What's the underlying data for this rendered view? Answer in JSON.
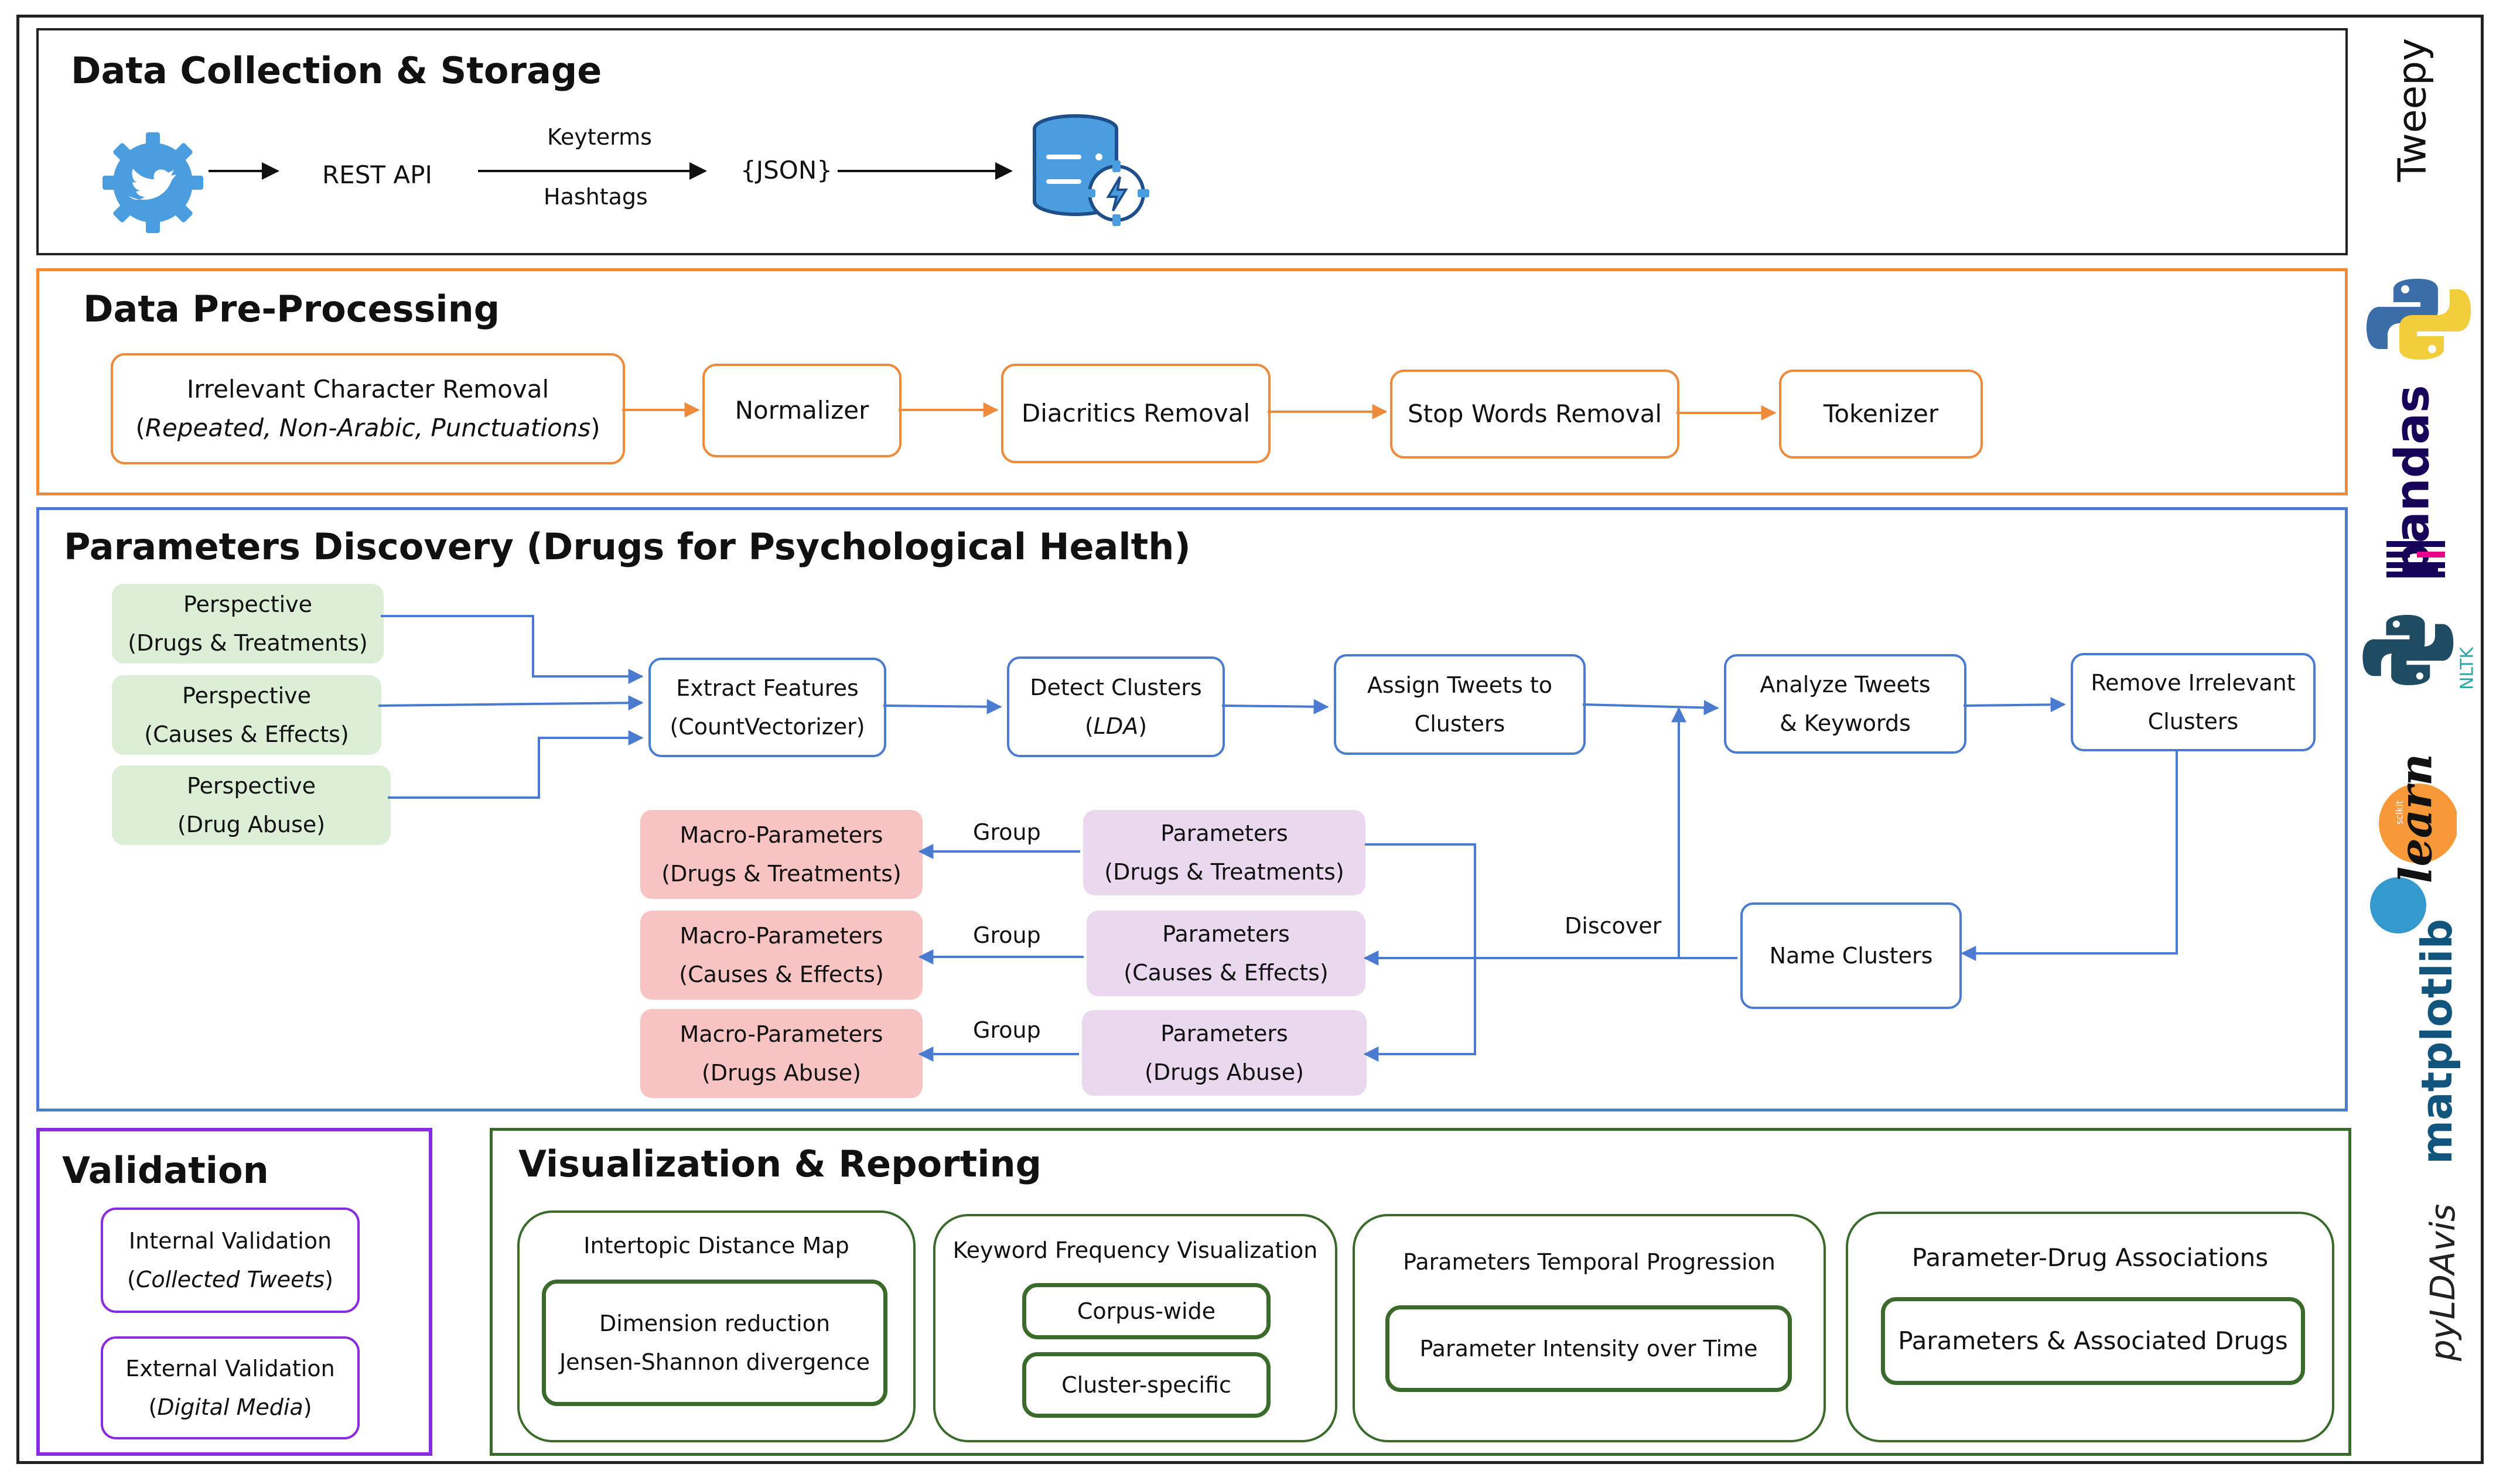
{
  "sections": {
    "collection": {
      "title": "Data Collection & Storage",
      "rest_api": "REST API",
      "keyterms": "Keyterms",
      "hashtags": "Hashtags",
      "json": "{JSON}"
    },
    "preprocessing": {
      "title": "Data Pre-Processing",
      "steps": [
        {
          "line1": "Irrelevant Character Removal",
          "line2_open": "(",
          "line2_italic": "Repeated, Non-Arabic, Punctuations",
          "line2_close": ")"
        },
        {
          "line1": "Normalizer"
        },
        {
          "line1": "Diacritics Removal"
        },
        {
          "line1": "Stop Words Removal"
        },
        {
          "line1": "Tokenizer"
        }
      ]
    },
    "discovery": {
      "title": "Parameters Discovery (Drugs for Psychological Health)",
      "perspectives": [
        {
          "line1": "Perspective",
          "line2": "(Drugs & Treatments)"
        },
        {
          "line1": "Perspective",
          "line2": "(Causes & Effects)"
        },
        {
          "line1": "Perspective",
          "line2": "(Drug Abuse)"
        }
      ],
      "extract": {
        "line1": "Extract Features",
        "line2": "(CountVectorizer)"
      },
      "detect": {
        "line1": "Detect Clusters",
        "line2": "LDA"
      },
      "assign": {
        "line1": "Assign Tweets to",
        "line2": "Clusters"
      },
      "analyze": {
        "line1": "Analyze Tweets",
        "line2": "& Keywords"
      },
      "remove": {
        "line1": "Remove Irrelevant",
        "line2": "Clusters"
      },
      "name": {
        "line1": "Name Clusters"
      },
      "discover_label": "Discover",
      "group_label": "Group",
      "parameters": [
        {
          "line1": "Parameters",
          "line2": "(Drugs & Treatments)"
        },
        {
          "line1": "Parameters",
          "line2": "(Causes & Effects)"
        },
        {
          "line1": "Parameters",
          "line2": "(Drugs Abuse)"
        }
      ],
      "macro": [
        {
          "line1": "Macro-Parameters",
          "line2": "(Drugs & Treatments)"
        },
        {
          "line1": "Macro-Parameters",
          "line2": "(Causes & Effects)"
        },
        {
          "line1": "Macro-Parameters",
          "line2": "(Drugs Abuse)"
        }
      ]
    },
    "validation": {
      "title": "Validation",
      "internal": {
        "line1": "Internal Validation",
        "line2": "Collected Tweets"
      },
      "external": {
        "line1": "External Validation",
        "line2": "Digital Media"
      }
    },
    "visualization": {
      "title": "Visualization & Reporting",
      "groups": [
        {
          "title": "Intertopic Distance Map",
          "items": [
            "Dimension reduction",
            "Jensen-Shannon divergence"
          ]
        },
        {
          "title": "Keyword Frequency Visualization",
          "items": [
            "Corpus-wide",
            "Cluster-specific"
          ]
        },
        {
          "title": "Parameters Temporal Progression",
          "items": [
            "Parameter Intensity over Time"
          ]
        },
        {
          "title": "Parameter-Drug Associations",
          "items": [
            "Parameters & Associated Drugs"
          ]
        }
      ]
    }
  },
  "libraries": {
    "tweepy": "Tweepy",
    "pandas": "pandas",
    "nltk": "NLTK",
    "sklearn": "learn",
    "sklearn_small": "scikit",
    "matplotlib": "matplotlib",
    "pyldavis": "pyLDAvis"
  },
  "colors": {
    "orange": "#ee8a3c",
    "blue": "#4a7bd0",
    "purple": "#8a2be2",
    "green": "#3a6b2a",
    "twitter": "#4a9ee0"
  }
}
